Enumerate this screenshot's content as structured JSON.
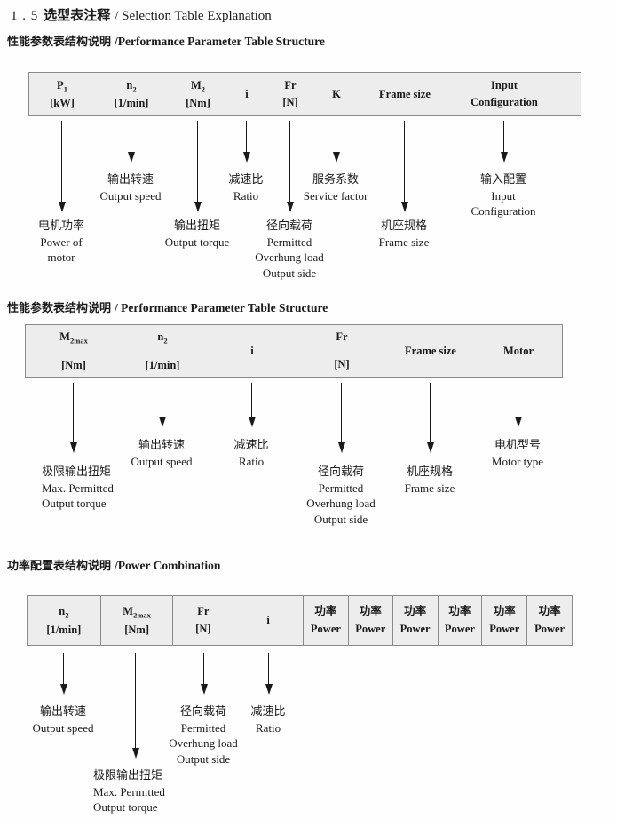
{
  "title": {
    "num": "1 . 5",
    "zh": "选型表注释",
    "en": "/ Selection Table Explanation"
  },
  "headings": {
    "s1_zh": "性能参数表结构说明",
    "s1_en": "/Performance Parameter Table Structure",
    "s2_zh": "性能参数表结构说明",
    "s2_en": "/ Performance Parameter Table Structure",
    "s3_zh": "功率配置表结构说明",
    "s3_en": "/Power Combination"
  },
  "table1": {
    "cells": [
      {
        "l1": "P",
        "sub": "1",
        "l2": "[kW]"
      },
      {
        "l1": "n",
        "sub": "2",
        "l2": "[1/min]"
      },
      {
        "l1": "M",
        "sub": "2",
        "l2": "[Nm]"
      },
      {
        "l1": "i"
      },
      {
        "l1": "Fr",
        "l2": "[N]"
      },
      {
        "l1": "K"
      },
      {
        "l1": "Frame size"
      },
      {
        "l1": "Input",
        "l2": "Configuration"
      }
    ]
  },
  "table2": {
    "cells": [
      {
        "l1": "M",
        "sub": "2max",
        "l2": "[Nm]"
      },
      {
        "l1": "n",
        "sub": "2",
        "l2": "[1/min]"
      },
      {
        "l1": "i"
      },
      {
        "l1": "Fr",
        "l2": "[N]"
      },
      {
        "l1": "Frame size"
      },
      {
        "l1": "Motor"
      }
    ]
  },
  "table3": {
    "cells": [
      {
        "l1": "n",
        "sub": "2",
        "l2": "[1/min]"
      },
      {
        "l1": "M",
        "sub": "2max",
        "l2": "[Nm]"
      },
      {
        "l1": "Fr",
        "l2": "[N]"
      },
      {
        "l1": "i"
      },
      {
        "l1": "功率",
        "l2": "Power"
      },
      {
        "l1": "功率",
        "l2": "Power"
      },
      {
        "l1": "功率",
        "l2": "Power"
      },
      {
        "l1": "功率",
        "l2": "Power"
      },
      {
        "l1": "功率",
        "l2": "Power"
      },
      {
        "l1": "功率",
        "l2": "Power"
      }
    ]
  },
  "diagram1": {
    "items": [
      {
        "lines": [
          "电机功率",
          "Power of",
          "motor"
        ]
      },
      {
        "lines": [
          "输出转速",
          "Output speed"
        ]
      },
      {
        "lines": [
          "输出扭矩",
          "Output torque"
        ]
      },
      {
        "lines": [
          "减速比",
          "Ratio"
        ]
      },
      {
        "lines": [
          "径向载荷",
          "Permitted",
          "Overhung load",
          "Output side"
        ]
      },
      {
        "lines": [
          "服务系数",
          "Service factor"
        ]
      },
      {
        "lines": [
          "机座规格",
          "Frame size"
        ]
      },
      {
        "lines": [
          "输入配置",
          "Input",
          "Configuration"
        ]
      }
    ]
  },
  "diagram2": {
    "items": [
      {
        "lines": [
          "极限输出扭矩",
          "Max. Permitted",
          "Output  torque"
        ]
      },
      {
        "lines": [
          "输出转速",
          "Output speed"
        ]
      },
      {
        "lines": [
          "减速比",
          "Ratio"
        ]
      },
      {
        "lines": [
          "径向载荷",
          "Permitted",
          "Overhung load",
          "Output side"
        ]
      },
      {
        "lines": [
          "机座规格",
          "Frame size"
        ]
      },
      {
        "lines": [
          "电机型号",
          "Motor type"
        ]
      }
    ]
  },
  "diagram3": {
    "items": [
      {
        "lines": [
          "输出转速",
          "Output speed"
        ]
      },
      {
        "lines": [
          "极限输出扭矩",
          "Max. Permitted",
          "Output  torque"
        ]
      },
      {
        "lines": [
          "径向载荷",
          "Permitted",
          "Overhung load",
          "Output side"
        ]
      },
      {
        "lines": [
          "减速比",
          "Ratio"
        ]
      }
    ]
  },
  "colors": {
    "table_fill": "#ededed",
    "table_border": "#8a8a8a",
    "text": "#1a1a1a"
  }
}
